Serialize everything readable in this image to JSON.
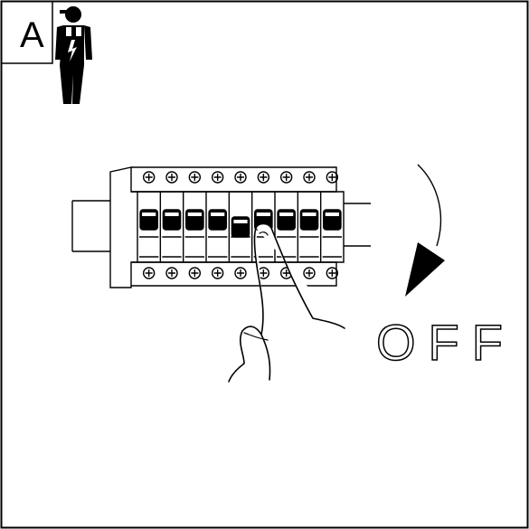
{
  "panel": {
    "step_letter": "A",
    "action_label": "OFF"
  },
  "icons": {
    "technician": "electrician-icon",
    "hand": "hand-icon",
    "direction": "curved-arrow-icon",
    "breaker_panel": "circuit-breaker-panel-icon"
  },
  "breakers": {
    "count": 9,
    "switched_off_index": 4
  },
  "colors": {
    "line": "#000000",
    "background": "#ffffff"
  }
}
